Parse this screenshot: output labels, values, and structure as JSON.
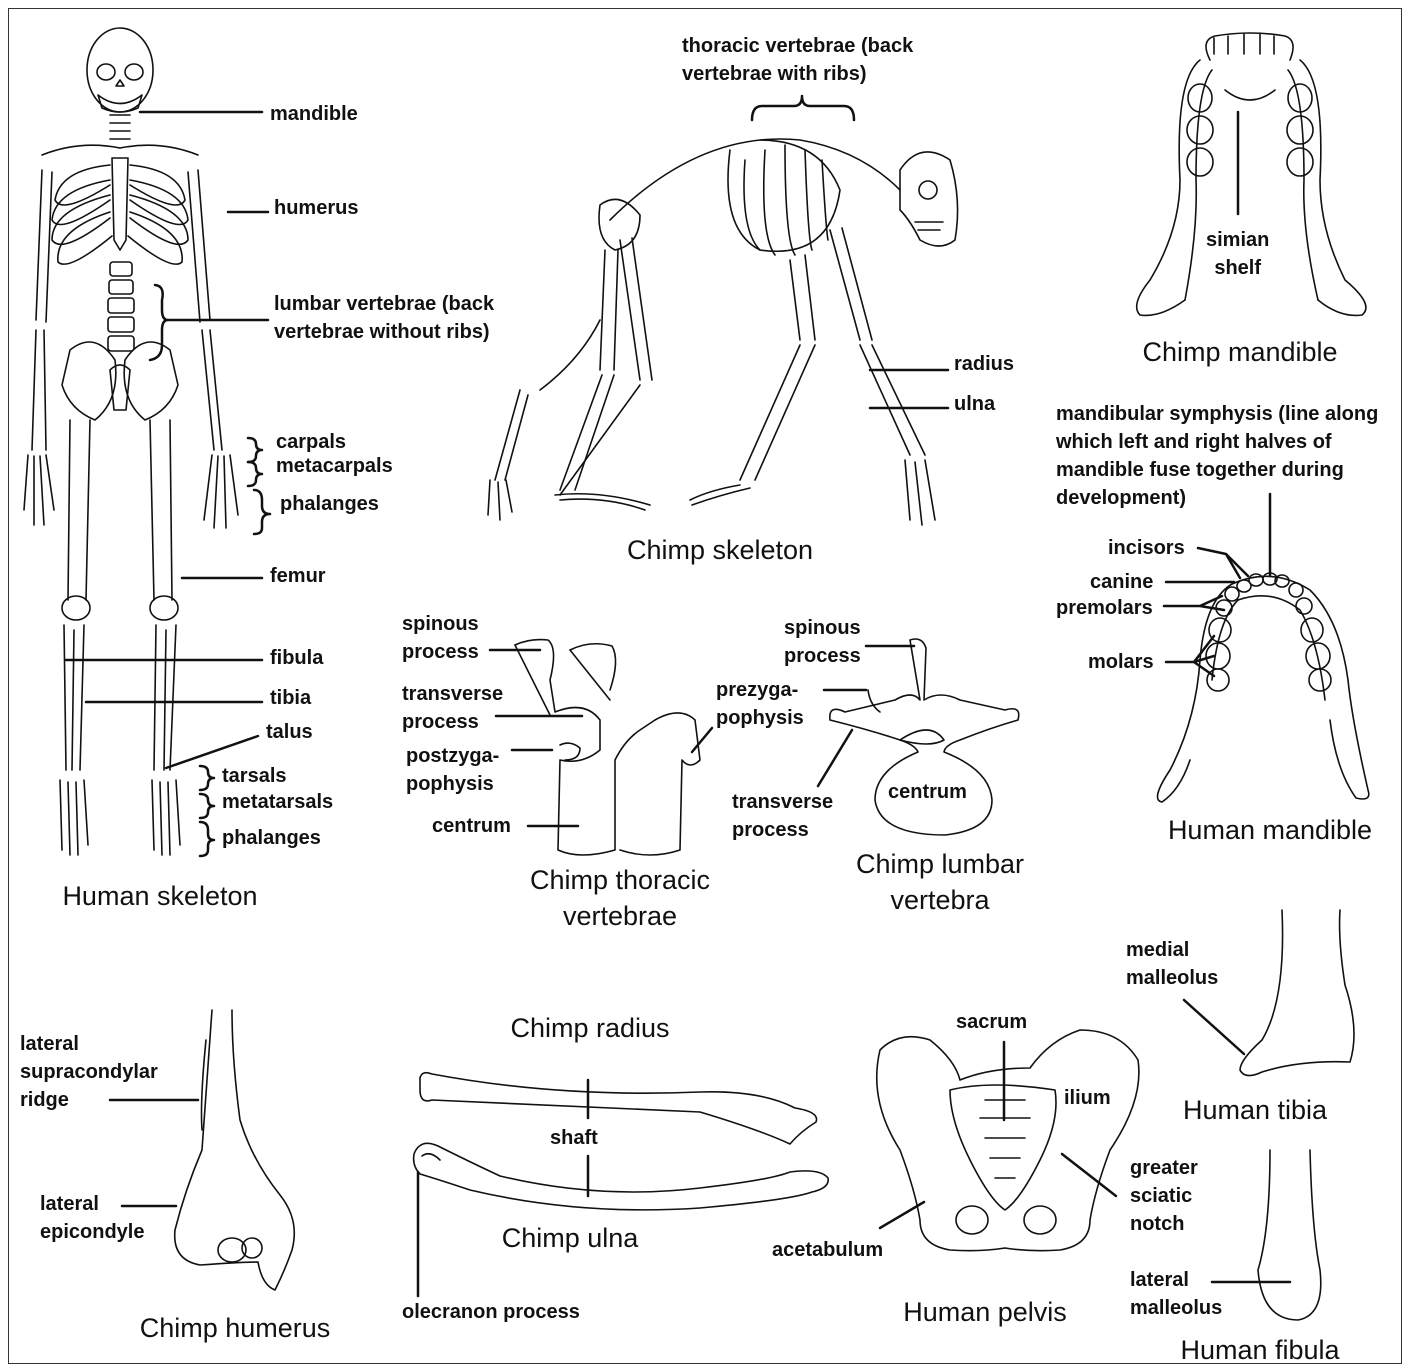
{
  "colors": {
    "ink": "#111111",
    "paper": "#ffffff"
  },
  "titles": {
    "human_skeleton": "Human skeleton",
    "chimp_skeleton": "Chimp skeleton",
    "chimp_mandible": "Chimp mandible",
    "human_mandible": "Human mandible",
    "chimp_thoracic": "Chimp thoracic\nvertebrae",
    "chimp_lumbar": "Chimp lumbar\nvertebra",
    "chimp_humerus": "Chimp humerus",
    "chimp_radius": "Chimp radius",
    "chimp_ulna": "Chimp ulna",
    "human_pelvis": "Human pelvis",
    "human_tibia": "Human tibia",
    "human_fibula": "Human fibula"
  },
  "labels": {
    "mandible": "mandible",
    "humerus": "humerus",
    "lumbar": "lumbar vertebrae (back\nvertebrae without ribs)",
    "carpals": "carpals",
    "metacarpals": "metacarpals",
    "phalanges_hand": "phalanges",
    "femur": "femur",
    "fibula": "fibula",
    "tibia": "tibia",
    "talus": "talus",
    "tarsals": "tarsals",
    "metatarsals": "metatarsals",
    "phalanges_foot": "phalanges",
    "thoracic": "thoracic vertebrae (back\nvertebrae with ribs)",
    "radius": "radius",
    "ulna": "ulna",
    "simian_shelf": "simian\nshelf",
    "symphysis": "mandibular symphysis (line along\nwhich left and right halves of\nmandible fuse together during\ndevelopment)",
    "incisors": "incisors",
    "canine": "canine",
    "premolars": "premolars",
    "molars": "molars",
    "spinous_t": "spinous\nprocess",
    "transverse_t": "transverse\nprocess",
    "postzyg": "postzyga-\npophysis",
    "centrum_t": "centrum",
    "spinous_l": "spinous\nprocess",
    "prezyg": "prezyga-\npophysis",
    "transverse_l": "transverse\nprocess",
    "centrum_l": "centrum",
    "lat_supra": "lateral\nsupracondylar\nridge",
    "lat_epi": "lateral\nepicondyle",
    "shaft": "shaft",
    "olecranon": "olecranon process",
    "sacrum": "sacrum",
    "ilium": "ilium",
    "acetabulum": "acetabulum",
    "sciatic": "greater\nsciatic\nnotch",
    "medial_mall": "medial\nmalleolus",
    "lateral_mall": "lateral\nmalleolus"
  }
}
